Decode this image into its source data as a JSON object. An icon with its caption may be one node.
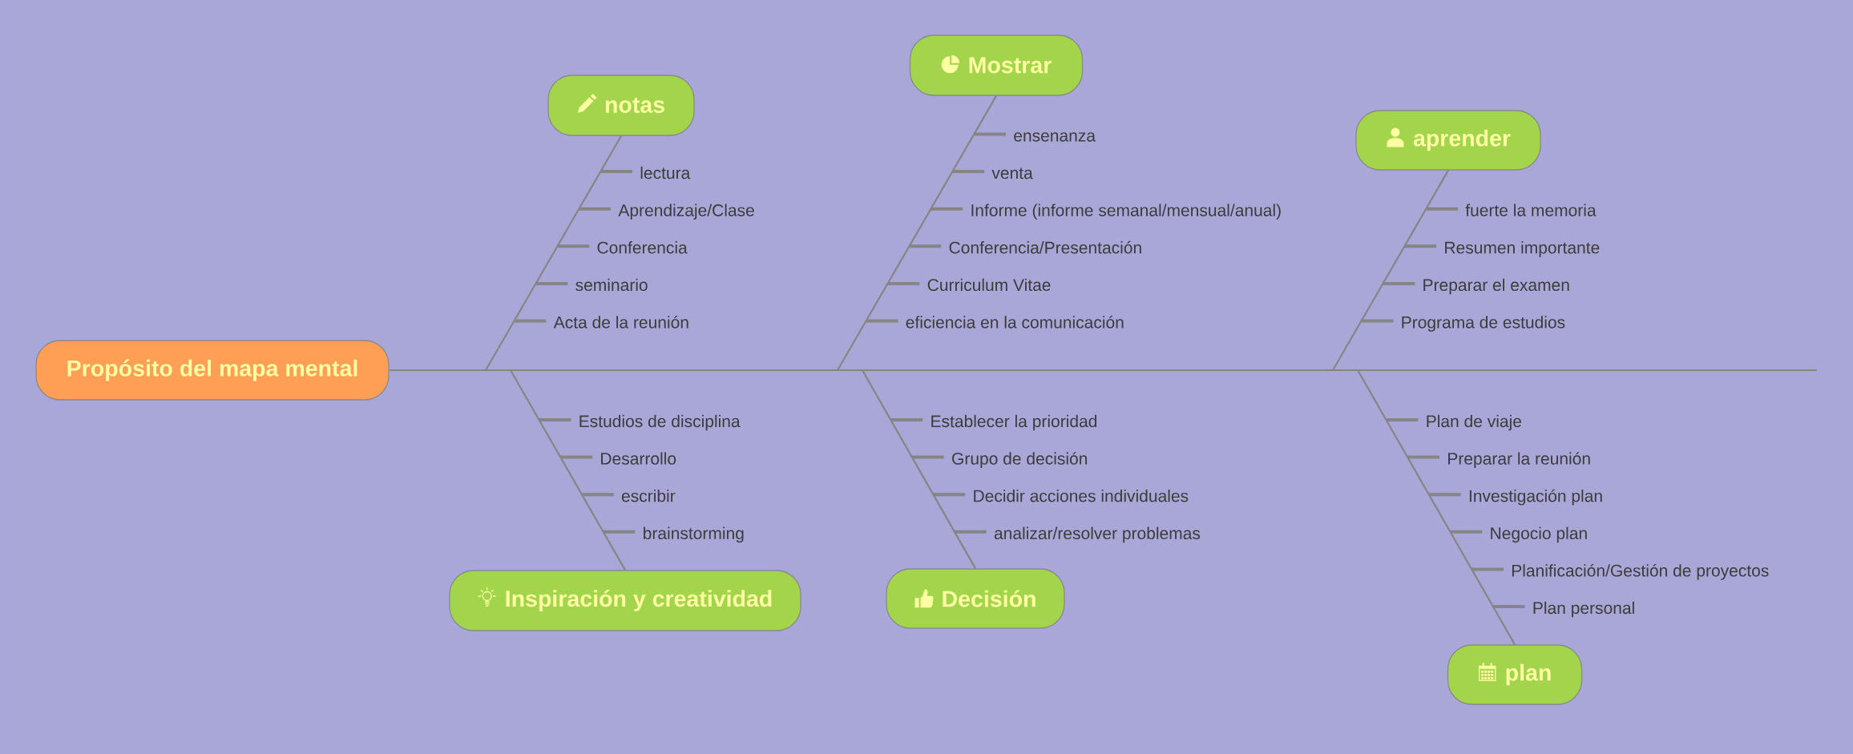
{
  "diagram": {
    "nodes": [
      {
        "text": [
          "Propósito del mapa mental"
        ]
      },
      {
        "text": [
          "notas"
        ]
      },
      {
        "text": [
          "lectura"
        ]
      },
      {
        "text": [
          "Aprendizaje/Clase"
        ]
      },
      {
        "text": [
          "Conferencia"
        ]
      },
      {
        "text": [
          "seminario"
        ]
      },
      {
        "text": [
          "Acta de la reunión"
        ]
      },
      {
        "text": [
          "Inspiración y creatividad"
        ]
      },
      {
        "text": [
          "Estudios de disciplina"
        ]
      },
      {
        "text": [
          "Desarrollo"
        ]
      },
      {
        "text": [
          "escribir"
        ]
      },
      {
        "text": [
          "brainstorming"
        ]
      },
      {
        "text": [
          "Mostrar"
        ]
      },
      {
        "text": [
          "ensenanza"
        ]
      },
      {
        "text": [
          "venta"
        ]
      },
      {
        "text": [
          "Informe (informe semanal/mensual/anual)"
        ]
      },
      {
        "text": [
          "Conferencia/Presentación"
        ]
      },
      {
        "text": [
          "Curriculum Vitae"
        ]
      },
      {
        "text": [
          "eficiencia en la comunicación"
        ]
      },
      {
        "text": [
          "Decisión"
        ]
      },
      {
        "text": [
          "Establecer la prioridad"
        ]
      },
      {
        "text": [
          "Grupo de decisión"
        ]
      },
      {
        "text": [
          "Decidir acciones individuales"
        ]
      },
      {
        "text": [
          "analizar/resolver problemas"
        ]
      },
      {
        "text": [
          "aprender"
        ]
      },
      {
        "text": [
          "fuerte la memoria"
        ]
      },
      {
        "text": [
          "Resumen importante"
        ]
      },
      {
        "text": [
          "Preparar el examen"
        ]
      },
      {
        "text": [
          "Programa de estudios"
        ]
      },
      {
        "text": [
          "plan"
        ]
      },
      {
        "text": [
          "Plan de viaje"
        ]
      },
      {
        "text": [
          "Preparar la reunión"
        ]
      },
      {
        "text": [
          "Investigación plan"
        ]
      },
      {
        "text": [
          "Negocio plan"
        ]
      },
      {
        "text": [
          "Planificación/Gestión de proyectos"
        ]
      },
      {
        "text": [
          "Plan personal"
        ]
      }
    ],
    "edges": [
      {
        "from": 0,
        "to": 1,
        "arrow": "none"
      },
      {
        "from": 0,
        "to": 7,
        "arrow": "none"
      },
      {
        "from": 0,
        "to": 12,
        "arrow": "none"
      },
      {
        "from": 0,
        "to": 19,
        "arrow": "none"
      },
      {
        "from": 0,
        "to": 24,
        "arrow": "none"
      },
      {
        "from": 0,
        "to": 29,
        "arrow": "none"
      },
      {
        "from": 1,
        "to": 2,
        "arrow": "none"
      },
      {
        "from": 1,
        "to": 3,
        "arrow": "none"
      },
      {
        "from": 1,
        "to": 4,
        "arrow": "none"
      },
      {
        "from": 1,
        "to": 5,
        "arrow": "none"
      },
      {
        "from": 1,
        "to": 6,
        "arrow": "none"
      },
      {
        "from": 7,
        "to": 8,
        "arrow": "none"
      },
      {
        "from": 7,
        "to": 9,
        "arrow": "none"
      },
      {
        "from": 7,
        "to": 10,
        "arrow": "none"
      },
      {
        "from": 7,
        "to": 11,
        "arrow": "none"
      },
      {
        "from": 12,
        "to": 13,
        "arrow": "none"
      },
      {
        "from": 12,
        "to": 14,
        "arrow": "none"
      },
      {
        "from": 12,
        "to": 15,
        "arrow": "none"
      },
      {
        "from": 12,
        "to": 16,
        "arrow": "none"
      },
      {
        "from": 12,
        "to": 17,
        "arrow": "none"
      },
      {
        "from": 12,
        "to": 18,
        "arrow": "none"
      },
      {
        "from": 19,
        "to": 20,
        "arrow": "none"
      },
      {
        "from": 19,
        "to": 21,
        "arrow": "none"
      },
      {
        "from": 19,
        "to": 22,
        "arrow": "none"
      },
      {
        "from": 19,
        "to": 23,
        "arrow": "none"
      },
      {
        "from": 24,
        "to": 25,
        "arrow": "none"
      },
      {
        "from": 24,
        "to": 26,
        "arrow": "none"
      },
      {
        "from": 24,
        "to": 27,
        "arrow": "none"
      },
      {
        "from": 24,
        "to": 28,
        "arrow": "none"
      },
      {
        "from": 29,
        "to": 30,
        "arrow": "none"
      },
      {
        "from": 29,
        "to": 31,
        "arrow": "none"
      },
      {
        "from": 29,
        "to": 32,
        "arrow": "none"
      },
      {
        "from": 29,
        "to": 33,
        "arrow": "none"
      },
      {
        "from": 29,
        "to": 34,
        "arrow": "none"
      },
      {
        "from": 29,
        "to": 35,
        "arrow": "none"
      }
    ]
  }
}
